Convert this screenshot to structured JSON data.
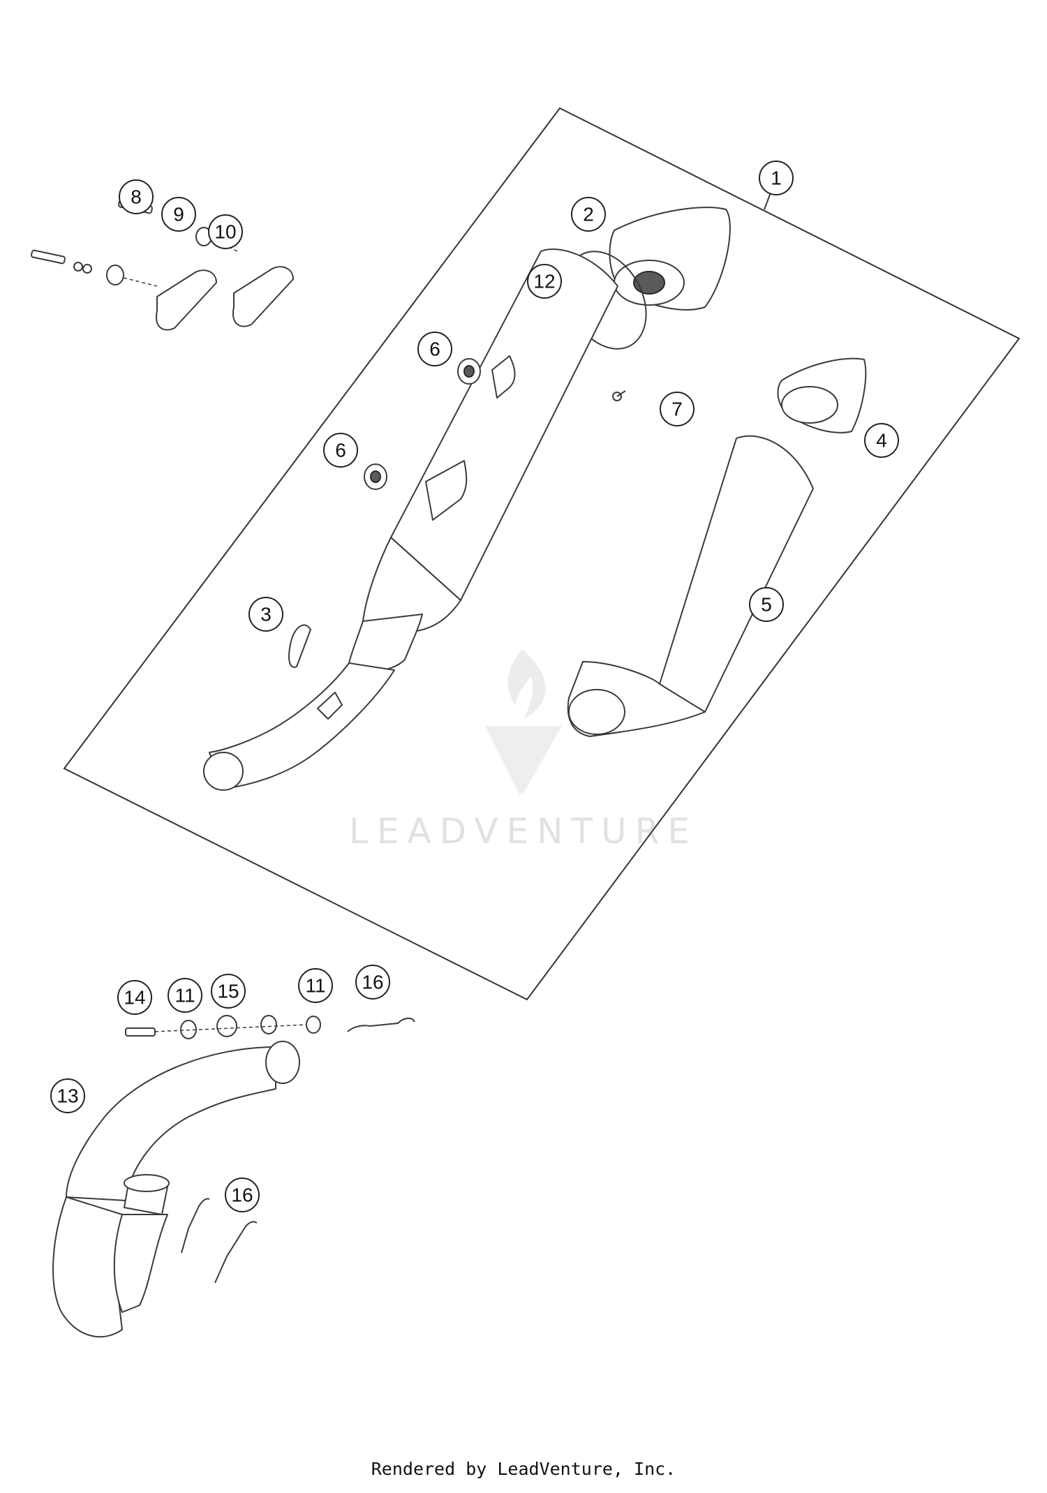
{
  "watermark": {
    "brand": "LEADVENTURE"
  },
  "footer": {
    "text": "Rendered by LeadVenture, Inc."
  },
  "callouts": [
    {
      "id": "c1",
      "label": "1"
    },
    {
      "id": "c2",
      "label": "2"
    },
    {
      "id": "c3",
      "label": "3"
    },
    {
      "id": "c4",
      "label": "4"
    },
    {
      "id": "c5",
      "label": "5"
    },
    {
      "id": "c6a",
      "label": "6"
    },
    {
      "id": "c6b",
      "label": "6"
    },
    {
      "id": "c7",
      "label": "7"
    },
    {
      "id": "c8",
      "label": "8"
    },
    {
      "id": "c9",
      "label": "9"
    },
    {
      "id": "c10",
      "label": "10"
    },
    {
      "id": "c11a",
      "label": "11"
    },
    {
      "id": "c11b",
      "label": "11"
    },
    {
      "id": "c12",
      "label": "12"
    },
    {
      "id": "c13",
      "label": "13"
    },
    {
      "id": "c14",
      "label": "14"
    },
    {
      "id": "c15",
      "label": "15"
    },
    {
      "id": "c16a",
      "label": "16"
    },
    {
      "id": "c16b",
      "label": "16"
    }
  ]
}
